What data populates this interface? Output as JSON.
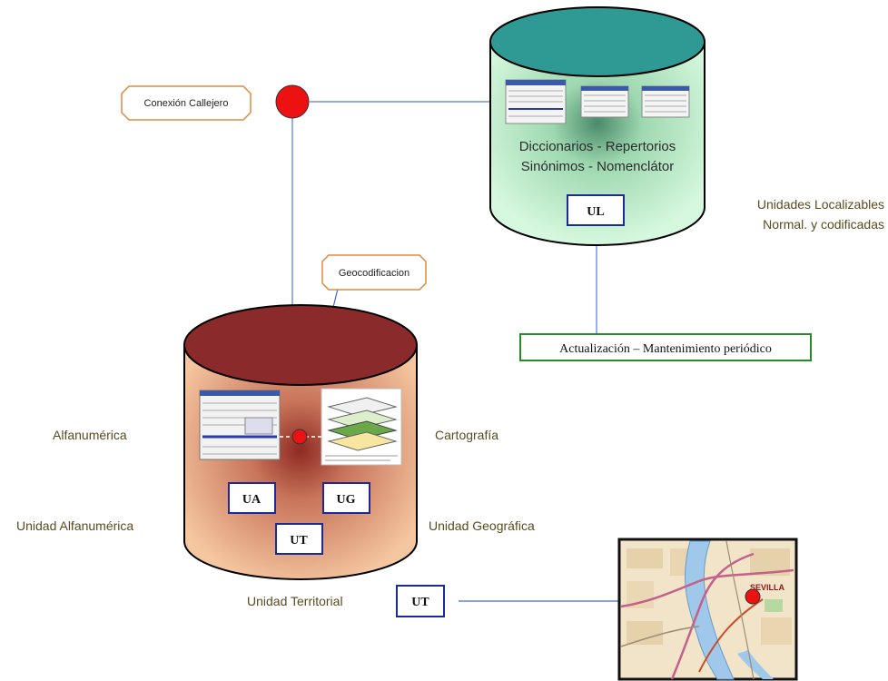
{
  "callouts": {
    "conexion": "Conexión Callejero",
    "geocodificacion": "Geocodificacion"
  },
  "top_cylinder": {
    "line1": "Diccionarios - Repertorios",
    "line2": "Sinónimos - Nomenclátor",
    "box": "UL"
  },
  "right_labels": {
    "line1": "Unidades Localizables",
    "line2": "Normal. y codificadas"
  },
  "maintenance": "Actualización – Mantenimiento periódico",
  "bottom_cylinder": {
    "left_label": "Alfanumérica",
    "right_label": "Cartografía",
    "ua": "UA",
    "ug": "UG",
    "ut": "UT",
    "unidad_alfa": "Unidad Alfanumérica",
    "unidad_geo": "Unidad Geográfica",
    "unidad_terr": "Unidad Territorial"
  },
  "ut_box": "UT",
  "map": {
    "city": "SEVILLA"
  },
  "colors": {
    "cyl_top_teal": "#2e9a93",
    "cyl_body_green": "#cdf5d6",
    "cyl_top_maroon": "#8b2a2a",
    "cyl_body_peach": "#f3be96",
    "node_red": "#ee1111",
    "connector_blue": "#5577dd",
    "callout_border": "#e08a3c",
    "box_border": "#1a2a9a",
    "maint_border": "#2a8a2a"
  }
}
